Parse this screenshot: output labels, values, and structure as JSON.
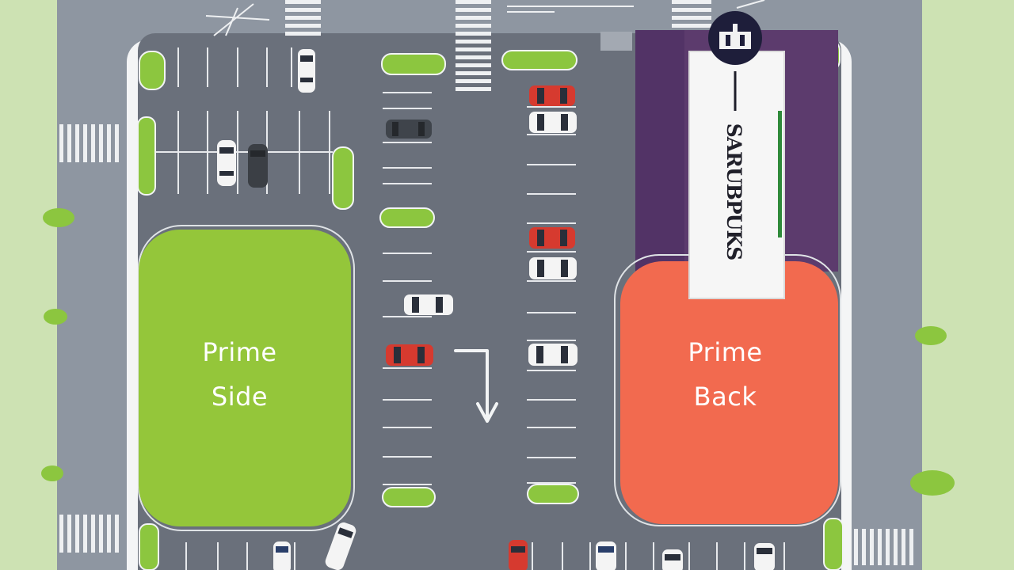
{
  "zones": {
    "prime_side": {
      "line1": "Prime",
      "line2": "Side",
      "color": "#94c63a"
    },
    "prime_back": {
      "line1": "Prime",
      "line2": "Back",
      "color": "#f26a4f"
    }
  },
  "store": {
    "sign_text": "SARUBPUKS",
    "wall_color": "#5c3b6d",
    "logo_icon": "store-logo-icon"
  },
  "colors": {
    "grass": "#cfe3b6",
    "road": "#8f97a3",
    "asphalt": "#6b717c",
    "curb": "#ffffff",
    "island_green": "#8cc63f"
  },
  "icons": {
    "direction_arrow": "down-arrow-icon"
  }
}
